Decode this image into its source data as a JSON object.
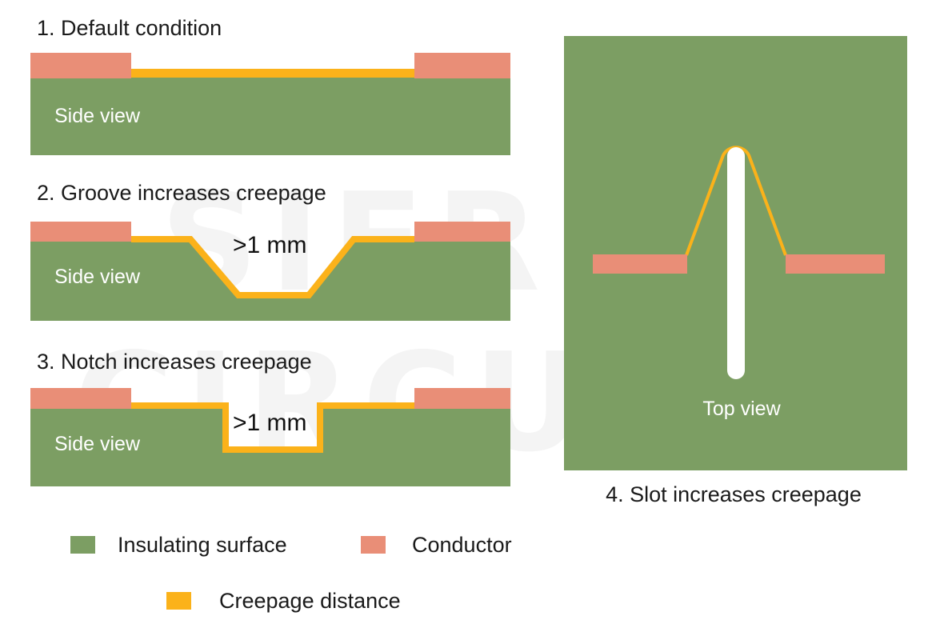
{
  "colors": {
    "insulating": "#7c9e63",
    "conductor": "#e98e77",
    "creepage": "#fbb21a",
    "label_text": "#ffffff",
    "heading_text": "#1a1a1a",
    "slot": "#ffffff"
  },
  "watermark": {
    "line1": "SIERRA",
    "line2": "CIRCUITS"
  },
  "panels": [
    {
      "heading": "1. Default condition",
      "view_label": "Side view"
    },
    {
      "heading": "2. Groove increases creepage",
      "view_label": "Side view",
      "dimension": ">1 mm"
    },
    {
      "heading": "3. Notch increases creepage",
      "view_label": "Side view",
      "dimension": ">1 mm"
    },
    {
      "heading": "4. Slot increases creepage",
      "view_label": "Top view"
    }
  ],
  "legend": {
    "insulating": "Insulating surface",
    "conductor": "Conductor",
    "creepage": "Creepage distance"
  }
}
